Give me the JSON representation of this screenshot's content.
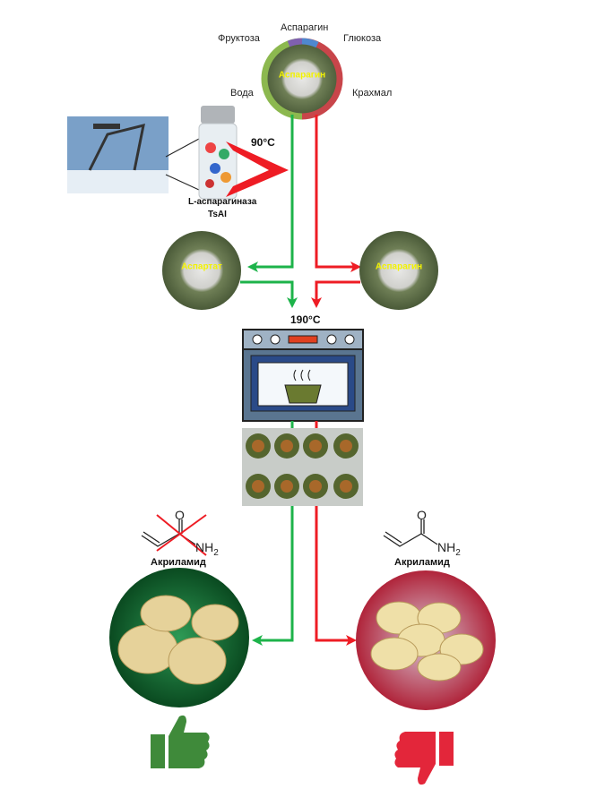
{
  "ingredients": {
    "asparagine": "Аспарагин",
    "fructose": "Фруктоза",
    "glucose": "Глюкоза",
    "water": "Вода",
    "starch": "Крахмал"
  },
  "top_cup_label": "Аспарагин",
  "enzyme": {
    "line1": "L-аспарагиназа",
    "line2": "TsAI"
  },
  "temp_treatment": "90°C",
  "left_cup_label": "Аспартат",
  "right_cup_label": "Аспарагин",
  "temp_baking": "190°C",
  "acrylamide_left": {
    "o": "O",
    "nh2": "NH",
    "sub": "2",
    "name": "Акриламид"
  },
  "acrylamide_right": {
    "o": "O",
    "nh2": "NH",
    "sub": "2",
    "name": "Акриламид"
  },
  "colors": {
    "green": "#1db34a",
    "red": "#ee1c24",
    "water": "#8cb84f",
    "starch": "#c8454a",
    "fructose_segment": "#8060b0",
    "glucose_segment": "#4f88d0",
    "thumb_up": "#3f8a3a",
    "thumb_down": "#e3263a"
  },
  "icons": [
    "oil-pump-photo",
    "vial-icon",
    "oven-icon",
    "cookies-tray-photo",
    "thumbs-up-icon",
    "thumbs-down-icon"
  ]
}
